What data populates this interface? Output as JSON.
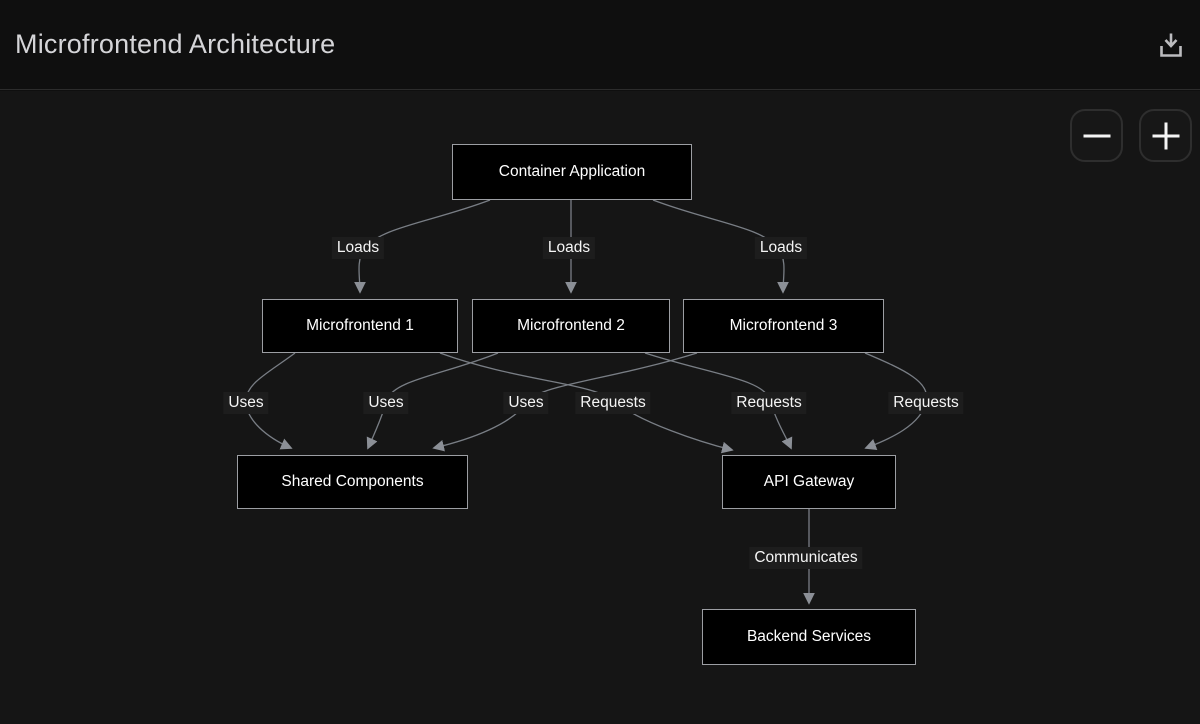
{
  "header": {
    "title": "Microfrontend Architecture"
  },
  "controls": {
    "download_icon": "download-icon",
    "zoom_out_symbol": "−",
    "zoom_in_symbol": "+"
  },
  "diagram": {
    "type": "flowchart",
    "direction": "top-down",
    "nodes": [
      {
        "id": "container",
        "label": "Container Application"
      },
      {
        "id": "mf1",
        "label": "Microfrontend 1"
      },
      {
        "id": "mf2",
        "label": "Microfrontend 2"
      },
      {
        "id": "mf3",
        "label": "Microfrontend 3"
      },
      {
        "id": "shared",
        "label": "Shared Components"
      },
      {
        "id": "api",
        "label": "API Gateway"
      },
      {
        "id": "backend",
        "label": "Backend Services"
      }
    ],
    "edges": [
      {
        "from": "container",
        "to": "mf1",
        "label": "Loads"
      },
      {
        "from": "container",
        "to": "mf2",
        "label": "Loads"
      },
      {
        "from": "container",
        "to": "mf3",
        "label": "Loads"
      },
      {
        "from": "mf1",
        "to": "shared",
        "label": "Uses"
      },
      {
        "from": "mf2",
        "to": "shared",
        "label": "Uses"
      },
      {
        "from": "mf3",
        "to": "shared",
        "label": "Uses"
      },
      {
        "from": "mf1",
        "to": "api",
        "label": "Requests"
      },
      {
        "from": "mf2",
        "to": "api",
        "label": "Requests"
      },
      {
        "from": "mf3",
        "to": "api",
        "label": "Requests"
      },
      {
        "from": "api",
        "to": "backend",
        "label": "Communicates"
      }
    ]
  },
  "colors": {
    "header_bg": "#0f0f0f",
    "canvas_bg": "#151515",
    "divider": "#2c2c2c",
    "node_fill": "#000000",
    "node_border": "#9c9ea3",
    "node_text": "#ffffff",
    "edge_line": "#797e85",
    "arrowhead": "#8b8f96",
    "edge_label_bg": "#1d1d1d",
    "edge_label_text": "#f5f5f5",
    "title_text": "#d5d5d8"
  }
}
